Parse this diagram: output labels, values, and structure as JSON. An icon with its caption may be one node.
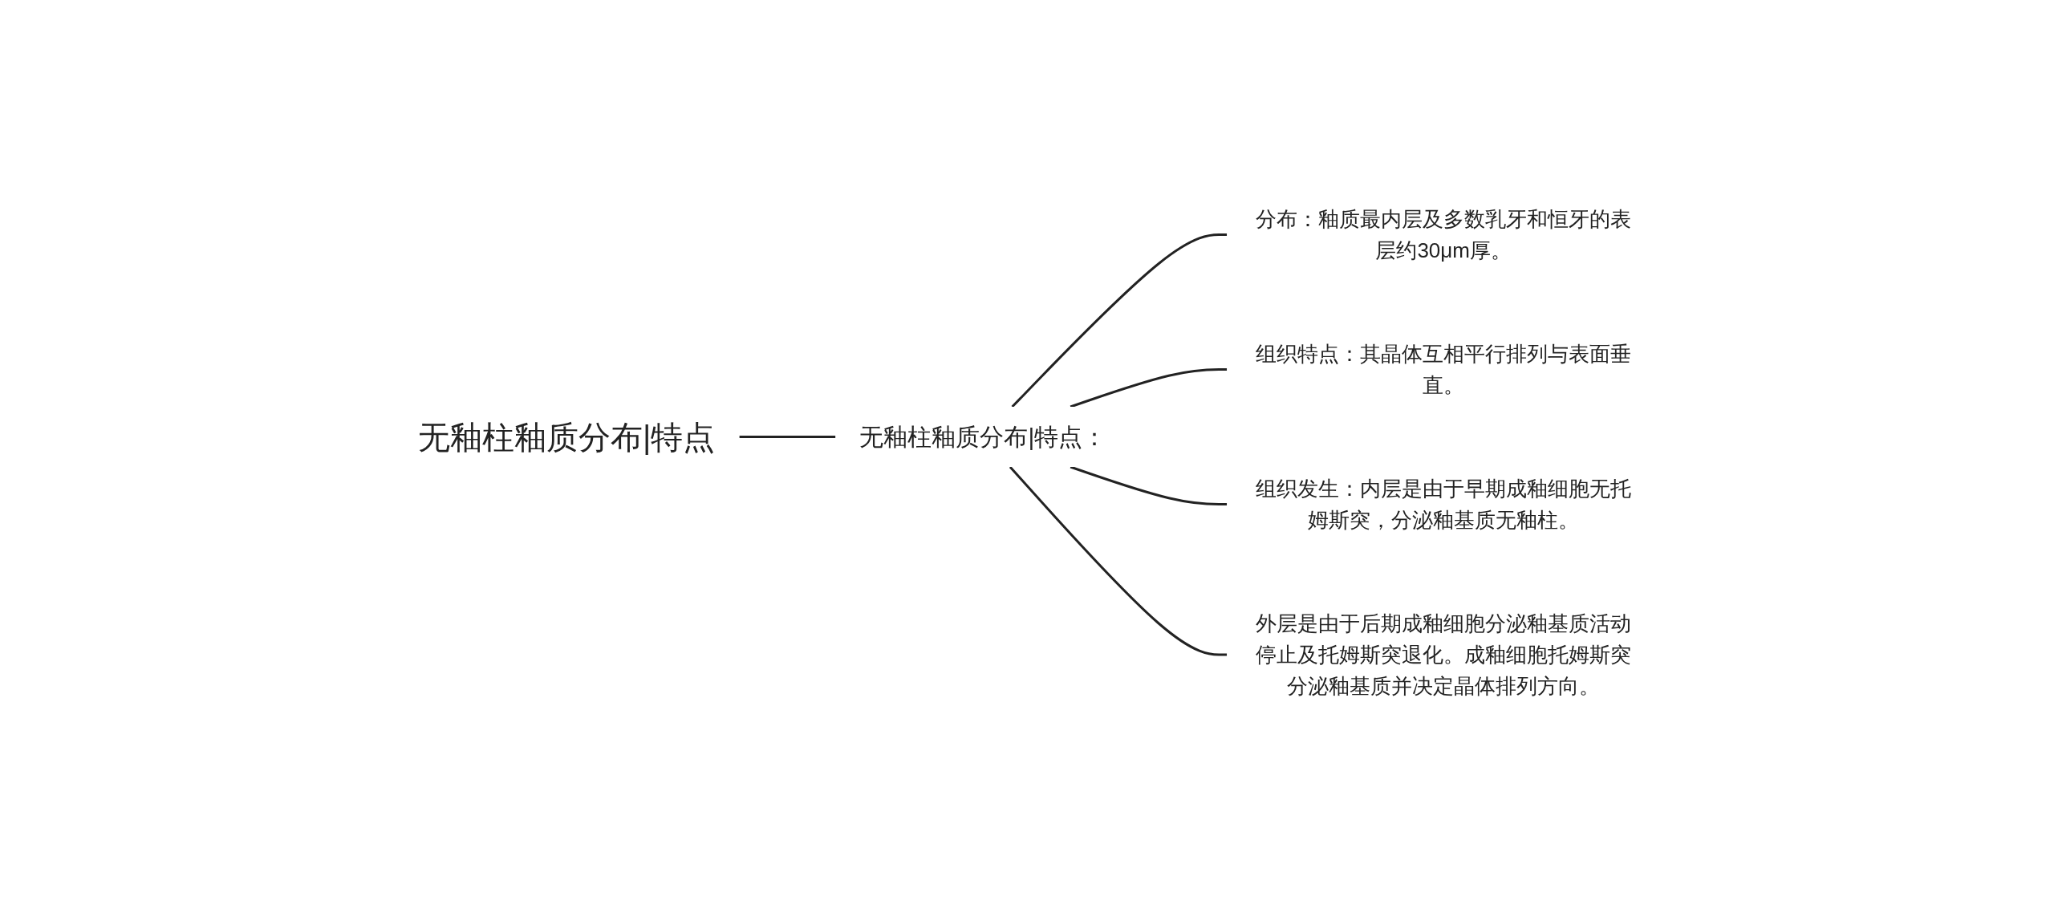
{
  "diagram": {
    "nodes": [
      {
        "text": [
          "无釉柱釉质分布|特点"
        ]
      },
      {
        "text": [
          "无釉柱釉质分布|特点："
        ]
      },
      {
        "text": [
          "分布：釉质最内层及多数乳牙和恒牙的表层约30μm厚。"
        ]
      },
      {
        "text": [
          "组织特点：其晶体互相平行排列与表面垂直。"
        ]
      },
      {
        "text": [
          "组织发生：内层是由于早期成釉细胞无托姆斯突，分泌釉基质无釉柱。"
        ]
      },
      {
        "text": [
          "外层是由于后期成釉细胞分泌釉基质活动停止及托姆斯突退化。成釉细胞托姆斯突分泌釉基质并决定晶体排列方向。"
        ]
      }
    ],
    "edges": [
      {
        "from": 0,
        "to": 1,
        "arrow": "none"
      },
      {
        "from": 1,
        "to": 2,
        "arrow": "none"
      },
      {
        "from": 1,
        "to": 3,
        "arrow": "none"
      },
      {
        "from": 1,
        "to": 4,
        "arrow": "none"
      },
      {
        "from": 1,
        "to": 5,
        "arrow": "none"
      }
    ]
  }
}
